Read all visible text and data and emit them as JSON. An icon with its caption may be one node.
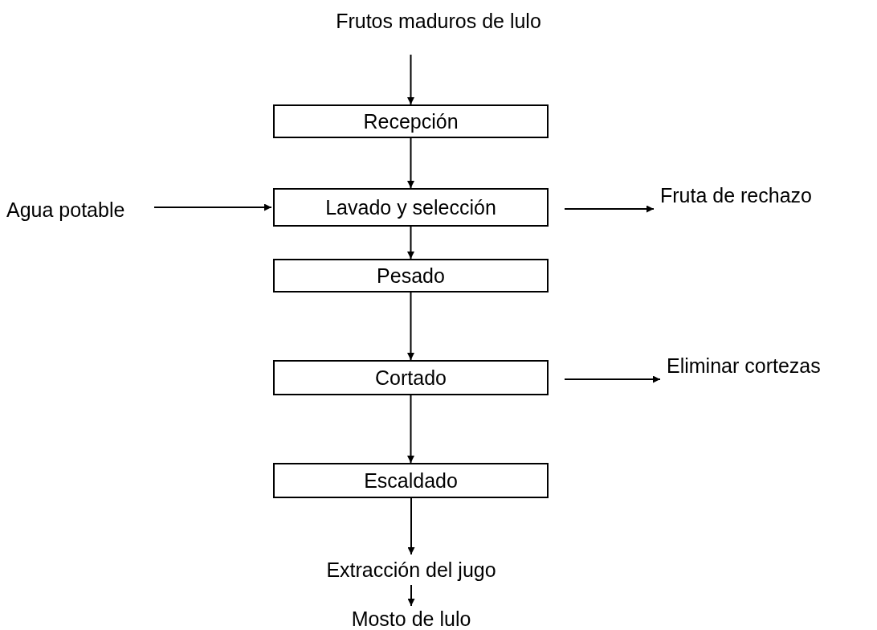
{
  "diagram": {
    "nodes": [
      {
        "text": [
          "Frutos maduros de lulo"
        ]
      },
      {
        "text": [
          "Recepción"
        ]
      },
      {
        "text": [
          "Agua potable"
        ]
      },
      {
        "text": [
          "Lavado y selección"
        ]
      },
      {
        "text": [
          "Fruta de rechazo"
        ]
      },
      {
        "text": [
          "Pesado"
        ]
      },
      {
        "text": [
          "Cortado"
        ]
      },
      {
        "text": [
          "Eliminar cortezas"
        ]
      },
      {
        "text": [
          "Escaldado"
        ]
      },
      {
        "text": [
          "Extracción del jugo"
        ]
      },
      {
        "text": [
          "Mosto de lulo"
        ]
      }
    ],
    "edges": [
      {
        "from": 0,
        "to": 1,
        "arrow": "to"
      },
      {
        "from": 1,
        "to": 3,
        "arrow": "to"
      },
      {
        "from": 2,
        "to": 3,
        "arrow": "to"
      },
      {
        "from": 3,
        "to": 4,
        "arrow": "to"
      },
      {
        "from": 3,
        "to": 5,
        "arrow": "to"
      },
      {
        "from": 5,
        "to": 6,
        "arrow": "to"
      },
      {
        "from": 6,
        "to": 7,
        "arrow": "to"
      },
      {
        "from": 6,
        "to": 8,
        "arrow": "to"
      },
      {
        "from": 8,
        "to": 9,
        "arrow": "to"
      },
      {
        "from": 9,
        "to": 10,
        "arrow": "to"
      }
    ]
  }
}
